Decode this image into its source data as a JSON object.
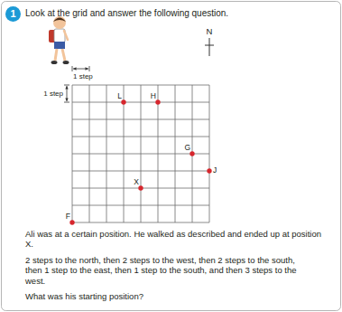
{
  "diagram": {
    "nodes": [
      {
        "text": [
          "1"
        ]
      }
    ],
    "labels": [
      "Look at the grid and answer the following question.",
      "N",
      "1 step",
      "1 step",
      "L",
      "H",
      "G",
      "J",
      "X",
      "F",
      "Ali was at a certain position. He walked as described and ended up at position X.",
      "2 steps to the north, then 2 steps to the west, then 2 steps to the south, then 1 step to the east, then 1 step to the south, and then 3 steps to the west.",
      "What was his starting position?"
    ]
  }
}
